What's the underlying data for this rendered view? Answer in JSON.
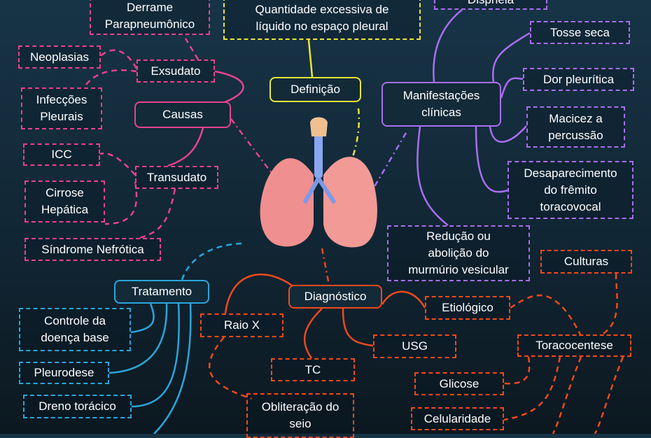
{
  "colors": {
    "causes": "#e8428f",
    "definition": "#ece53a",
    "clinical": "#a96ef0",
    "treatment": "#2aa6dc",
    "diagnosis": "#ef4a1c"
  },
  "center": {
    "icon": "lungs-icon"
  },
  "definition": {
    "label": "Definição",
    "text": "Quantidade excessiva de\nlíquido no espaço pleural"
  },
  "causes": {
    "label": "Causas",
    "exudate": "Exsudato",
    "transudate": "Transudato",
    "exudate_items": [
      "Derrame\nParapneumônico",
      "Neoplasias",
      "Infecções\nPleurais"
    ],
    "transudate_items": [
      "ICC",
      "Cirrose\nHepática",
      "Síndrome Nefrótica"
    ]
  },
  "clinical": {
    "label": "Manifestações\nclínicas",
    "items": [
      "Dispneia",
      "Tosse seca",
      "Dor pleurítica",
      "Macicez a\npercussão",
      "Desaparecimento\ndo frêmito\ntoracovocal",
      "Redução ou\nabolição do\nmurmúrio  vesicular"
    ]
  },
  "treatment": {
    "label": "Tratamento",
    "items": [
      "Controle da\ndoença base",
      "Pleurodese",
      "Dreno torácico"
    ]
  },
  "diagnosis": {
    "label": "Diagnóstico",
    "xray": "Raio X",
    "xray_finding": "Obliteração do\nseio",
    "ct": "TC",
    "usg": "USG",
    "etiologic": "Etiológico",
    "thoracentesis": "Toracocentese",
    "thoracentesis_items": [
      "Culturas",
      "Glicose",
      "Celularidade"
    ]
  }
}
